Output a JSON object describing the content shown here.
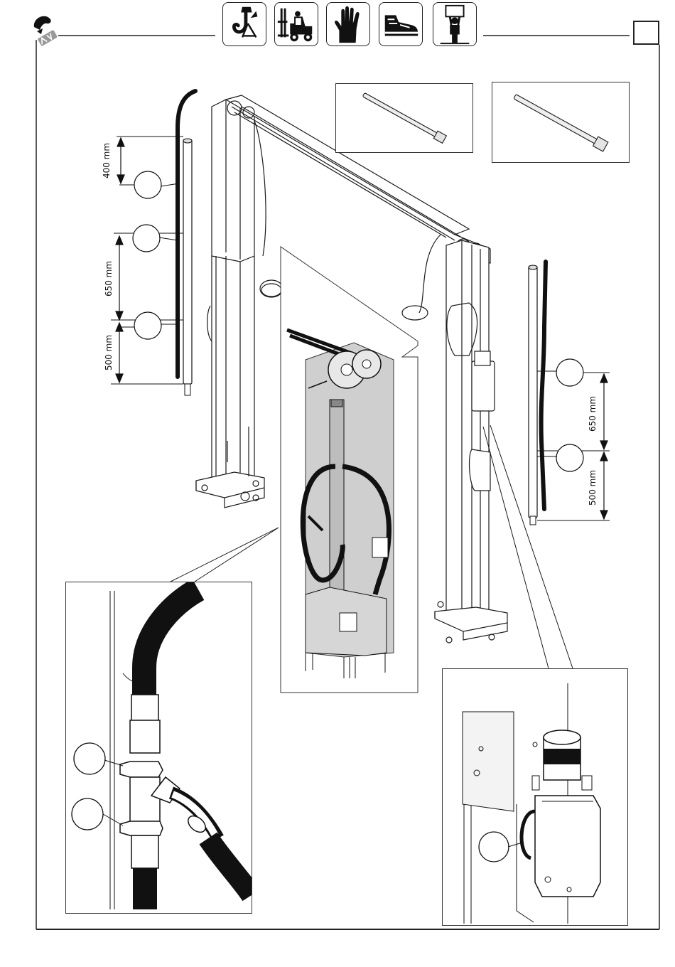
{
  "header": {
    "icons": [
      "crane-hook-icon",
      "forklift-icon",
      "protective-glove-icon",
      "safety-shoe-icon",
      "worker-lifting-icon"
    ],
    "logo": "ravaglioli-logo-icon"
  },
  "left_hose": {
    "dim_top": "400 mm",
    "dim_middle": "650 mm",
    "dim_bottom": "500 mm"
  },
  "right_hose": {
    "dim_top": "650 mm",
    "dim_bottom": "500 mm"
  },
  "colors": {
    "line": "#1a1a1a",
    "inset_fill": "#cfcfcf",
    "callout_fill": "#ffffff"
  }
}
